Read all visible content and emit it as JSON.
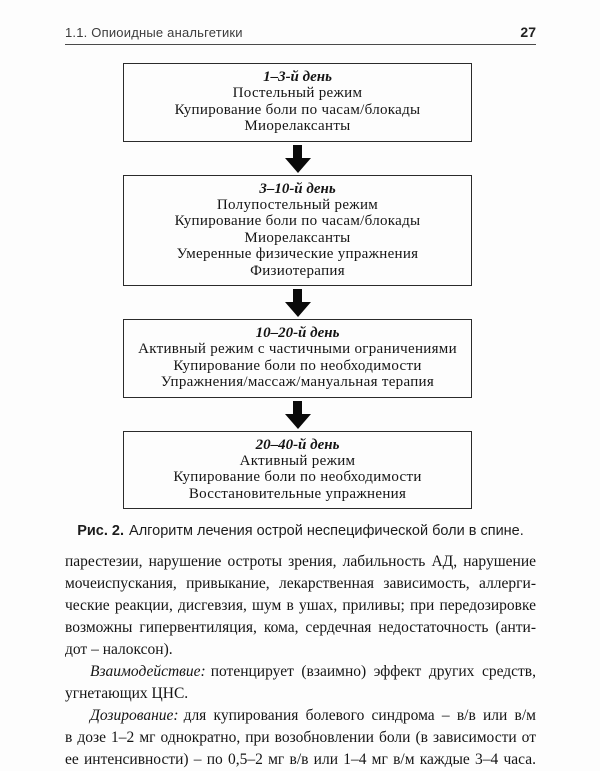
{
  "header": {
    "section": "1.1. Опиоидные анальгетики",
    "page_number": "27"
  },
  "figure": {
    "boxes": [
      {
        "title": "1–3-й день",
        "lines": [
          "Постельный режим",
          "Купирование боли по часам/блокады",
          "Миорелаксанты"
        ]
      },
      {
        "title": "3–10-й день",
        "lines": [
          "Полупостельный режим",
          "Купирование боли по часам/блокады",
          "Миорелаксанты",
          "Умеренные физические упражнения",
          "Физиотерапия"
        ]
      },
      {
        "title": "10–20-й день",
        "lines": [
          "Активный режим с частичными ограничениями",
          "Купирование боли по необходимости",
          "Упражнения/массаж/мануальная терапия"
        ]
      },
      {
        "title": "20–40-й день",
        "lines": [
          "Активный режим",
          "Купирование боли по необходимости",
          "Восстановительные упражнения"
        ]
      }
    ],
    "caption": {
      "label": "Рис. 2.",
      "text": "Алгоритм лечения острой неспецифической боли в спине."
    }
  },
  "body": {
    "paragraph1": {
      "lines": [
        "парестезии, нарушение остроты зрения, лабильность АД, нарушение",
        "мочеиспускания, привыкание, лекарственная зависимость, аллерги-",
        "ческие реакции, дисгевзия, шум в ушах, приливы; при передозировке",
        "возможны гипервентиляция, кома, сердечная недостаточность (анти-",
        "дот – налоксон)."
      ]
    },
    "paragraph2": {
      "lead": "Взаимодействие:",
      "first_line_rest": "потенцирует (взаимно) эффект других средств,",
      "last_line": "угнетающих ЦНС."
    },
    "paragraph3": {
      "lead": "Дозирование:",
      "first_line_rest": "для купирования болевого синдрома – в/в или в/м",
      "middle_line": "в дозе 1–2 мг однократно, при возобновлении боли (в зависимости от",
      "last_line": "ее интенсивности) – по 0,5–2 мг в/в или 1–4 мг в/м каждые 3–4 часа."
    }
  },
  "colors": {
    "ink": "#151515",
    "box_border": "#2b2b2b",
    "background": "#fdfdfd"
  }
}
